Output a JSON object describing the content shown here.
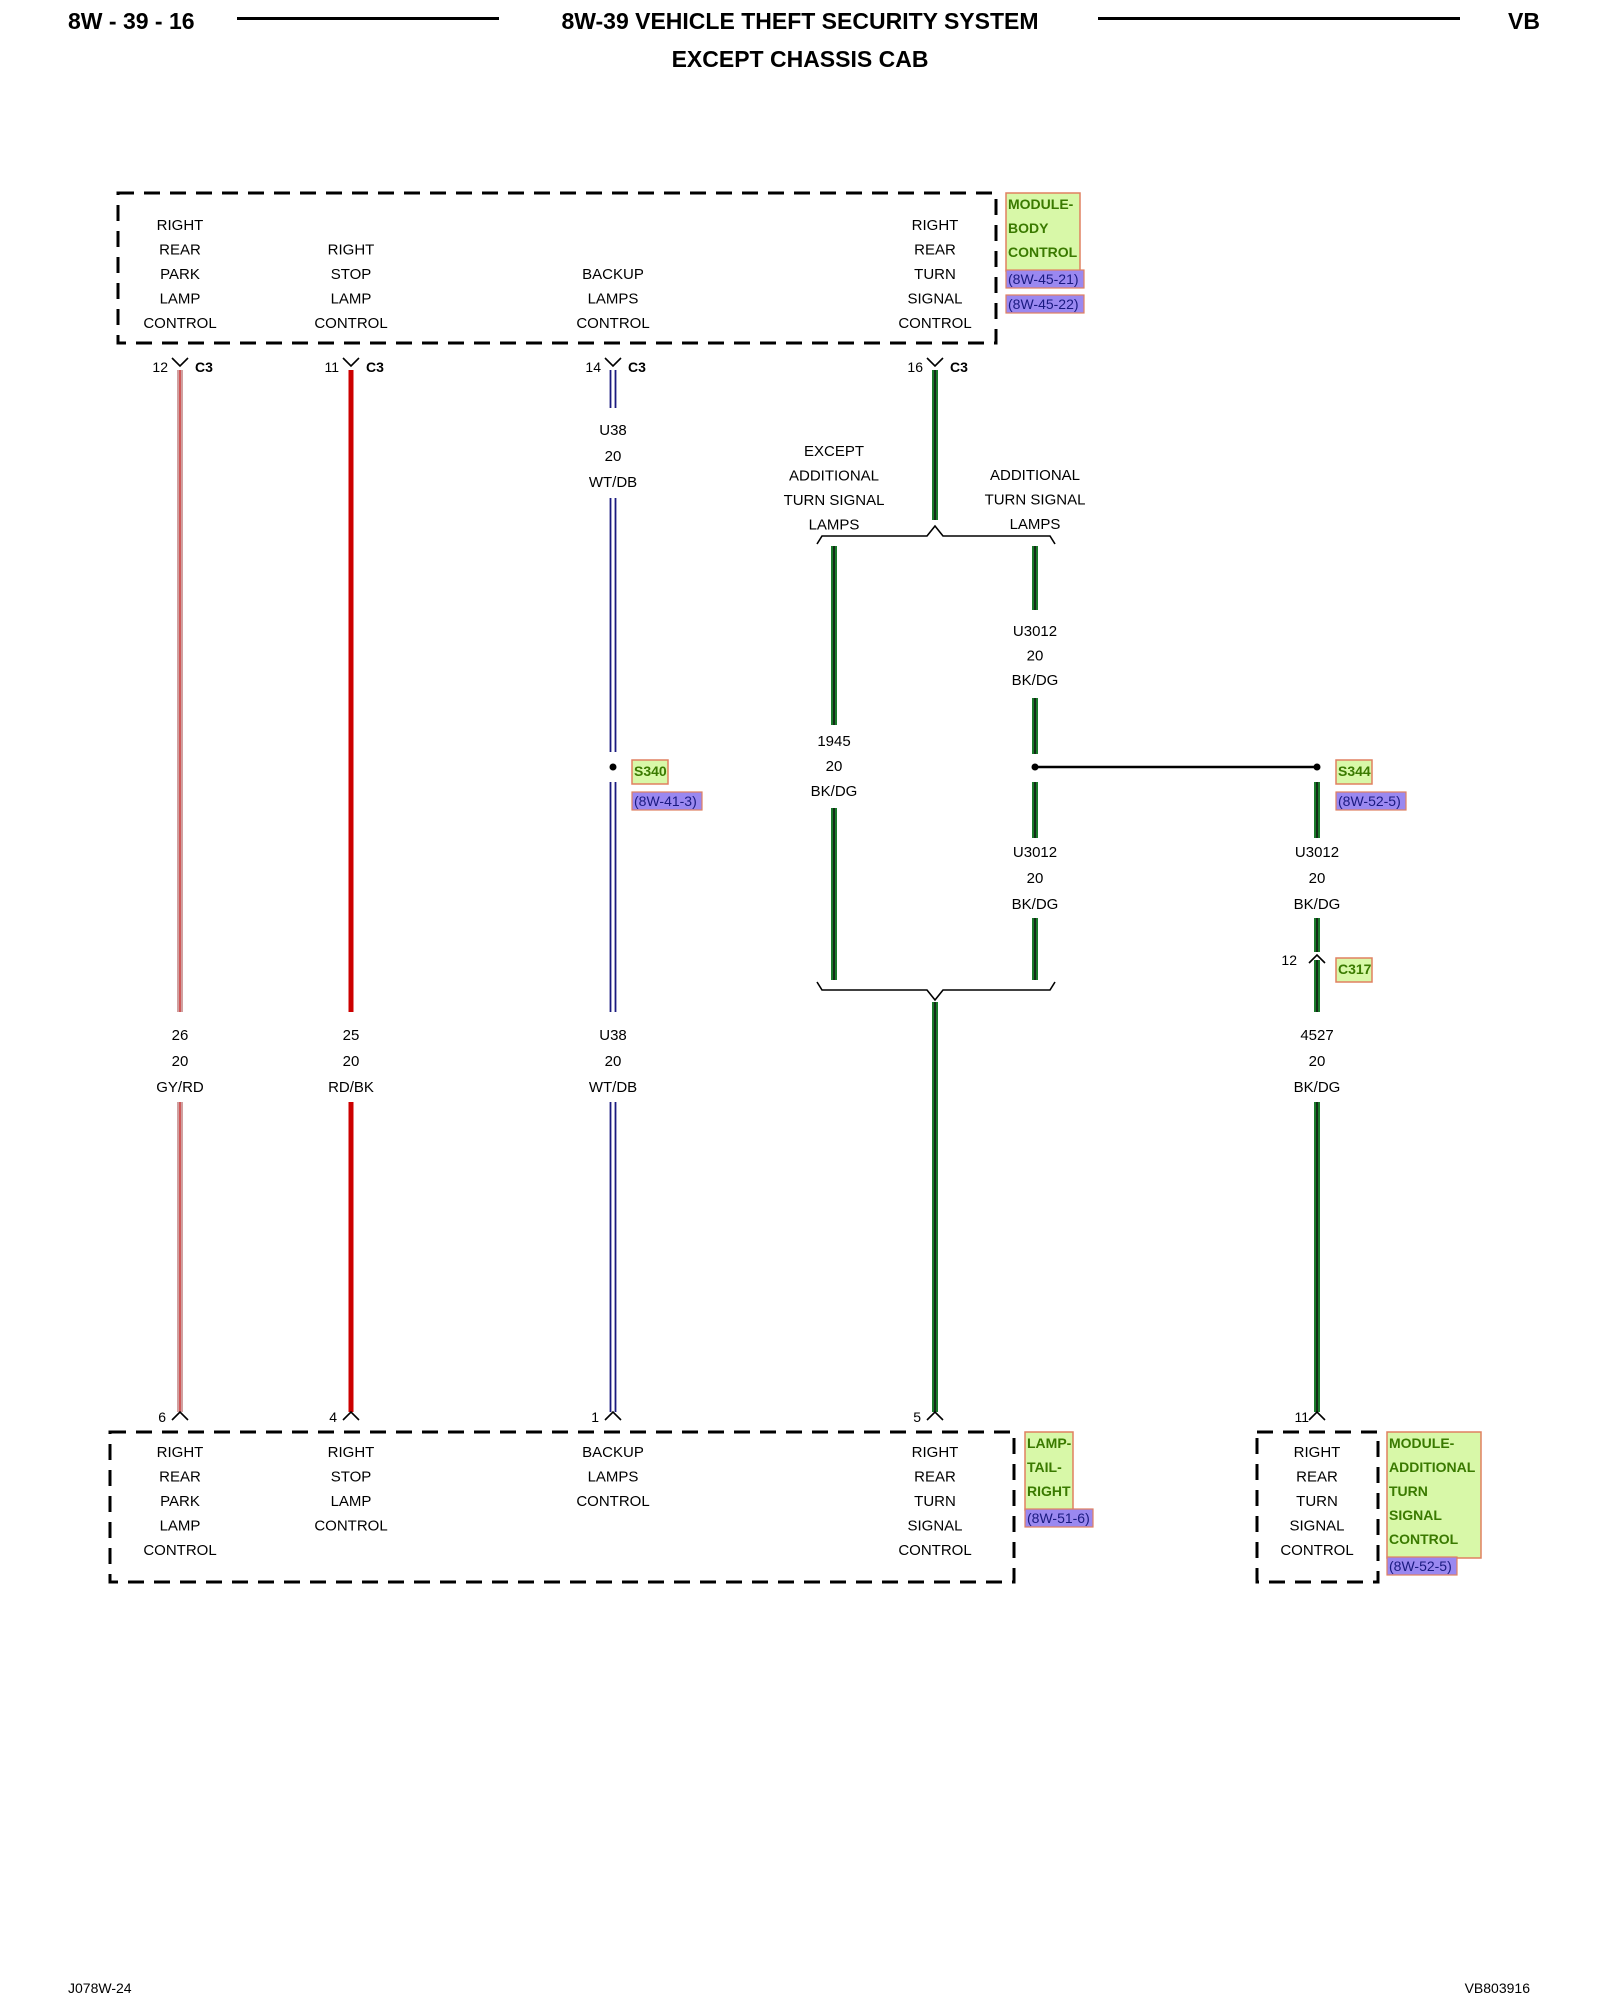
{
  "header": {
    "page_number": "8W - 39 - 16",
    "title": "8W-39 VEHICLE THEFT SECURITY SYSTEM",
    "subtitle": "EXCEPT CHASSIS CAB",
    "model_code": "VB"
  },
  "footer": {
    "left_code": "J078W-24",
    "right_code": "VB803916"
  },
  "colors": {
    "wire_gy_rd_base": "#d0a0a0",
    "wire_gy_rd_stripe": "#d04040",
    "wire_rd_bk_base": "#cc0000",
    "wire_wt_db": "#1a1a80",
    "wire_bk_dg": "#1a7a2a",
    "label_bg_green": "#d8f8a8",
    "label_text_green": "#3a7a00",
    "ref_bg_purple": "#9a88f0",
    "ref_text": "#1a1a80",
    "label_border": "#e08060"
  },
  "top_module": {
    "name_lines": [
      "MODULE-",
      "BODY",
      "CONTROL"
    ],
    "refs": [
      "(8W-45-21)",
      "(8W-45-22)"
    ],
    "pins": [
      {
        "label_lines": [
          "RIGHT",
          "REAR",
          "PARK",
          "LAMP",
          "CONTROL"
        ],
        "pin": "12",
        "connector": "C3"
      },
      {
        "label_lines": [
          "RIGHT",
          "STOP",
          "LAMP",
          "CONTROL"
        ],
        "pin": "11",
        "connector": "C3"
      },
      {
        "label_lines": [
          "BACKUP",
          "LAMPS",
          "CONTROL"
        ],
        "pin": "14",
        "connector": "C3"
      },
      {
        "label_lines": [
          "RIGHT",
          "REAR",
          "TURN",
          "SIGNAL",
          "CONTROL"
        ],
        "pin": "16",
        "connector": "C3"
      }
    ]
  },
  "wires": {
    "backup_upper": [
      "U38",
      "20",
      "WT/DB"
    ],
    "branch_except": [
      "EXCEPT",
      "ADDITIONAL",
      "TURN SIGNAL",
      "LAMPS"
    ],
    "branch_additional": [
      "ADDITIONAL",
      "TURN SIGNAL",
      "LAMPS"
    ],
    "turn_additional_upper": [
      "U3012",
      "20",
      "BK/DG"
    ],
    "turn_except": [
      "1945",
      "20",
      "BK/DG"
    ],
    "turn_additional_lower": [
      "U3012",
      "20",
      "BK/DG"
    ],
    "turn_s344_lower": [
      "U3012",
      "20",
      "BK/DG"
    ],
    "park_lower": [
      "26",
      "20",
      "GY/RD"
    ],
    "stop_lower": [
      "25",
      "20",
      "RD/BK"
    ],
    "backup_lower": [
      "U38",
      "20",
      "WT/DB"
    ],
    "additional_lower": [
      "4527",
      "20",
      "BK/DG"
    ]
  },
  "splices": {
    "s340": {
      "name": "S340",
      "ref": "(8W-41-3)"
    },
    "s344": {
      "name": "S344",
      "ref": "(8W-52-5)"
    }
  },
  "connector_c317": {
    "name": "C317",
    "pin": "12"
  },
  "bottom_lamp_module": {
    "name_lines": [
      "LAMP-",
      "TAIL-",
      "RIGHT"
    ],
    "ref": "(8W-51-6)",
    "pins": [
      {
        "label_lines": [
          "RIGHT",
          "REAR",
          "PARK",
          "LAMP",
          "CONTROL"
        ],
        "pin": "6"
      },
      {
        "label_lines": [
          "RIGHT",
          "STOP",
          "LAMP",
          "CONTROL"
        ],
        "pin": "4"
      },
      {
        "label_lines": [
          "BACKUP",
          "LAMPS",
          "CONTROL"
        ],
        "pin": "1"
      },
      {
        "label_lines": [
          "RIGHT",
          "REAR",
          "TURN",
          "SIGNAL",
          "CONTROL"
        ],
        "pin": "5"
      }
    ]
  },
  "bottom_turn_module": {
    "name_lines": [
      "MODULE-",
      "ADDITIONAL",
      "TURN",
      "SIGNAL",
      "CONTROL"
    ],
    "ref": "(8W-52-5)",
    "pins": [
      {
        "label_lines": [
          "RIGHT",
          "REAR",
          "TURN",
          "SIGNAL",
          "CONTROL"
        ],
        "pin": "11"
      }
    ]
  }
}
